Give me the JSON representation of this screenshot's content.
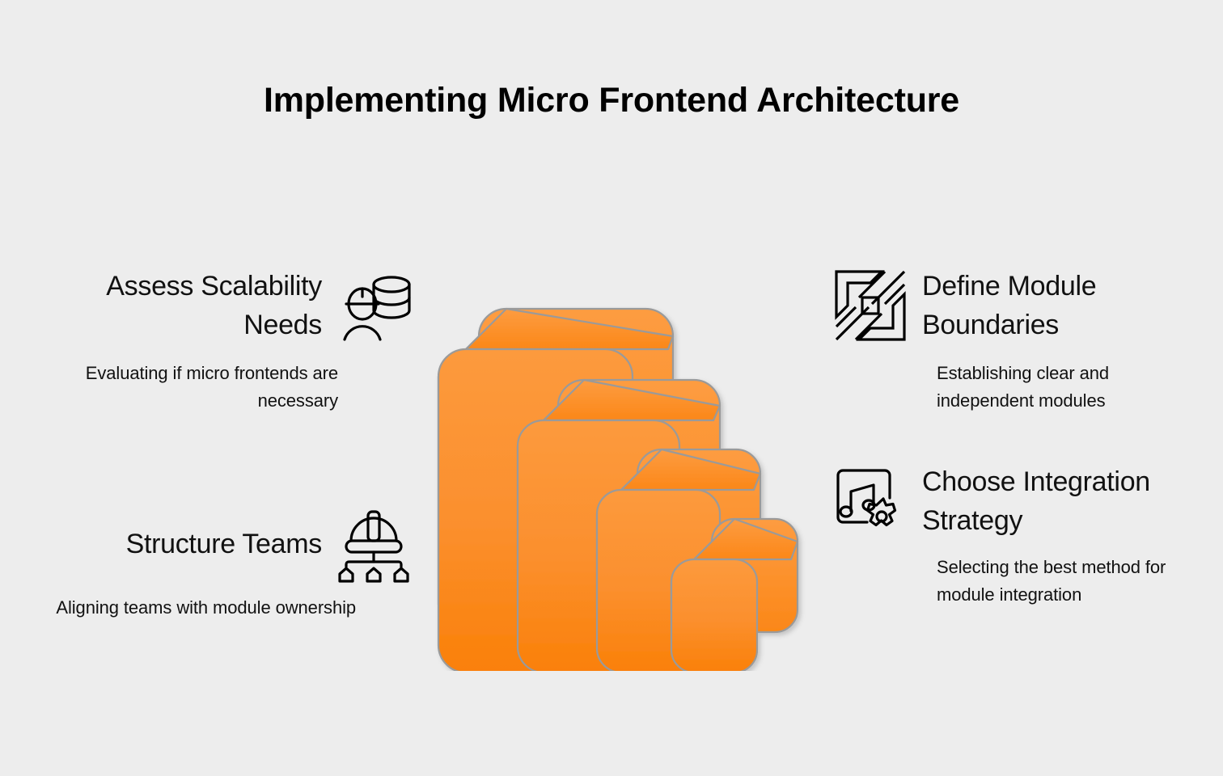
{
  "title": "Implementing Micro Frontend Architecture",
  "theme": {
    "background": "#ededed",
    "text": "#111111",
    "accent_orange_light": "#fb9131",
    "accent_orange_dark": "#fb8410",
    "stroke_gray": "#9a9a9a"
  },
  "items": [
    {
      "id": "assess-scalability-needs",
      "title": "Assess Scalability Needs",
      "description": "Evaluating if micro frontends are necessary",
      "icon": "user-database-icon",
      "side": "left"
    },
    {
      "id": "structure-teams",
      "title": "Structure Teams",
      "description": "Aligning teams with module ownership",
      "icon": "hardhat-hierarchy-icon",
      "side": "left"
    },
    {
      "id": "define-module-boundaries",
      "title": "Define Module Boundaries",
      "description": "Establishing clear and independent modules",
      "icon": "module-boundary-icon",
      "side": "right"
    },
    {
      "id": "choose-integration-strategy",
      "title": "Choose Integration Strategy",
      "description": "Selecting the best method for module integration",
      "icon": "media-settings-icon",
      "side": "right"
    }
  ],
  "central_graphic": {
    "name": "layered-module-stack",
    "layer_count": 4,
    "description": "Four nested isometric rounded-box layers decreasing in size"
  }
}
